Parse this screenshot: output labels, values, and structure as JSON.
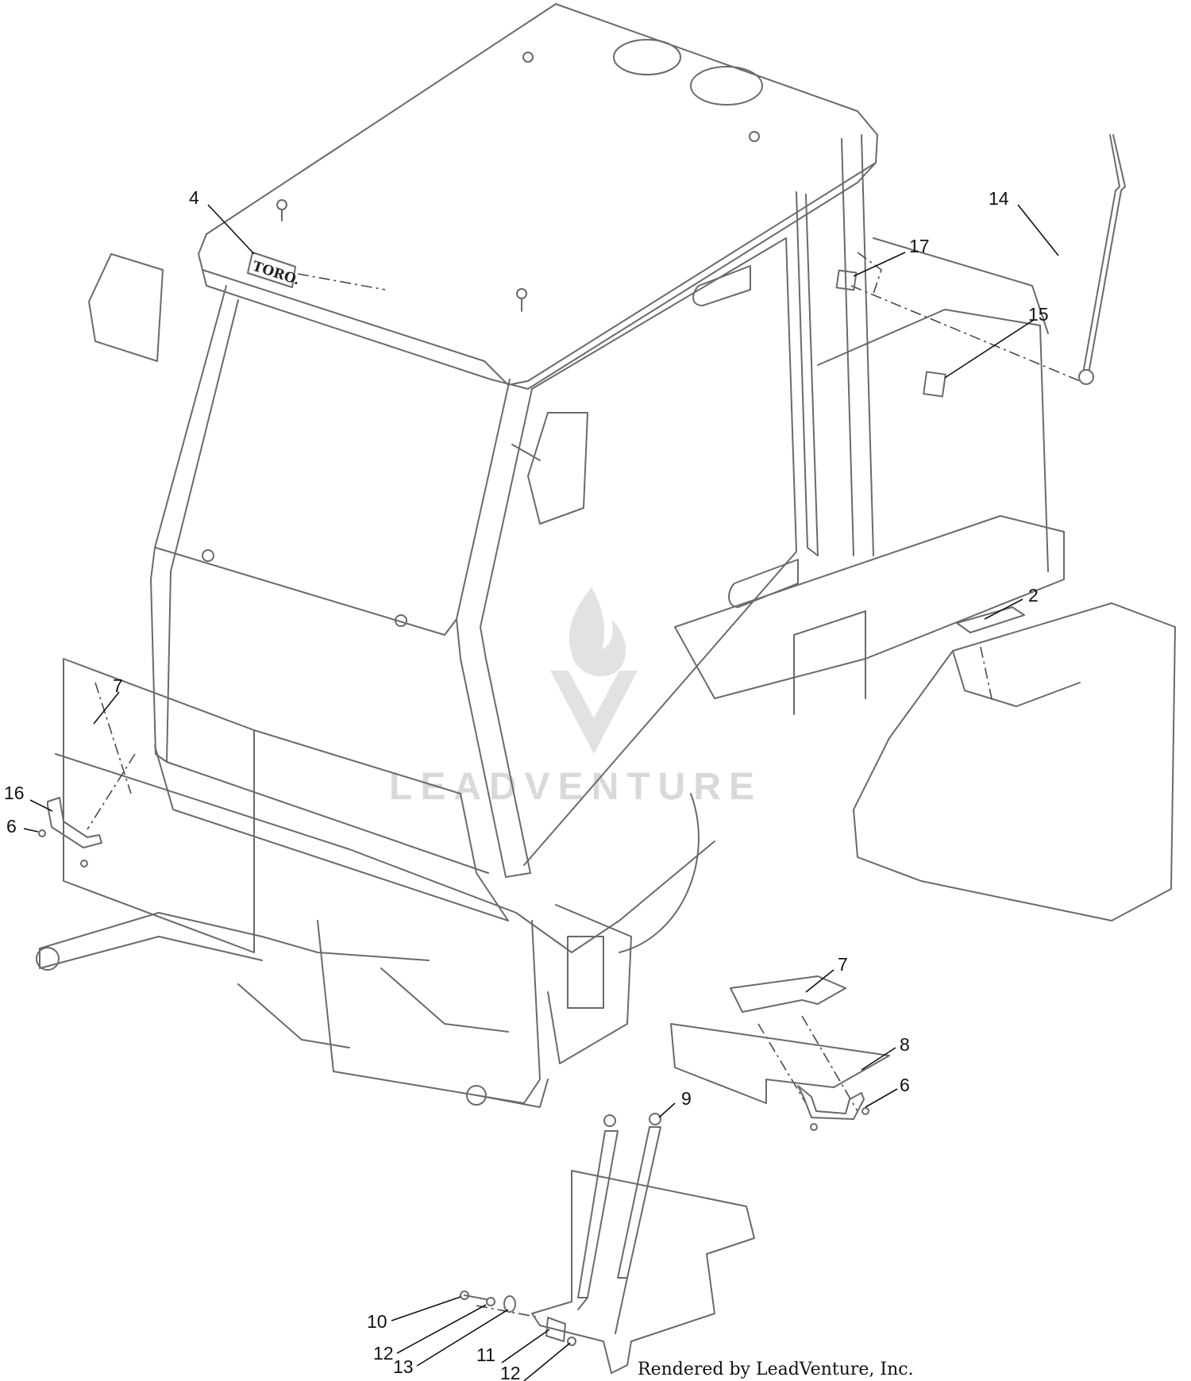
{
  "callouts": [
    {
      "label": "2"
    },
    {
      "label": "4"
    },
    {
      "label": "6"
    },
    {
      "label": "6"
    },
    {
      "label": "7"
    },
    {
      "label": "7"
    },
    {
      "label": "8"
    },
    {
      "label": "9"
    },
    {
      "label": "10"
    },
    {
      "label": "11"
    },
    {
      "label": "12"
    },
    {
      "label": "12"
    },
    {
      "label": "13"
    },
    {
      "label": "14"
    },
    {
      "label": "15"
    },
    {
      "label": "16"
    },
    {
      "label": "17"
    }
  ],
  "decal_text": "TORO.",
  "watermark_text": "LEADVENTURE",
  "credit": "Rendered by LeadVenture, Inc."
}
